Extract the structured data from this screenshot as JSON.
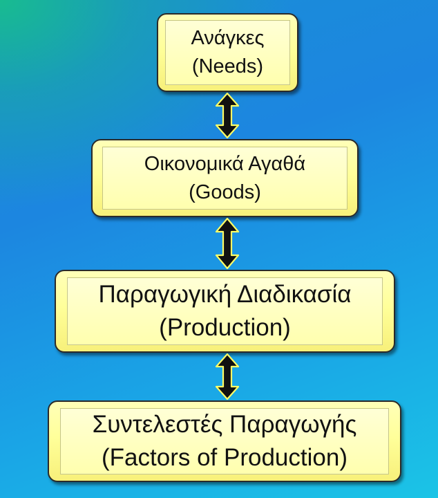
{
  "diagram": {
    "boxes": [
      {
        "line1": "Ανάγκες",
        "line2": "(Needs)"
      },
      {
        "line1": "Οικονομικά Αγαθά",
        "line2": "(Goods)"
      },
      {
        "line1": "Παραγωγική Διαδικασία",
        "line2": "(Production)"
      },
      {
        "line1": "Συντελεστές Παραγωγής",
        "line2": "(Factors of Production)"
      }
    ],
    "colors": {
      "box_fill": "#ffff9a",
      "box_border": "#2a2a2a",
      "arrow_fill": "#111111",
      "arrow_outline": "#ffff66",
      "background": "#1a8fd6"
    },
    "connectors": [
      {
        "from": "Ανάγκες",
        "to": "Οικονομικά Αγαθά",
        "type": "double-arrow"
      },
      {
        "from": "Οικονομικά Αγαθά",
        "to": "Παραγωγική Διαδικασία",
        "type": "double-arrow"
      },
      {
        "from": "Παραγωγική Διαδικασία",
        "to": "Συντελεστές Παραγωγής",
        "type": "double-arrow"
      }
    ]
  }
}
